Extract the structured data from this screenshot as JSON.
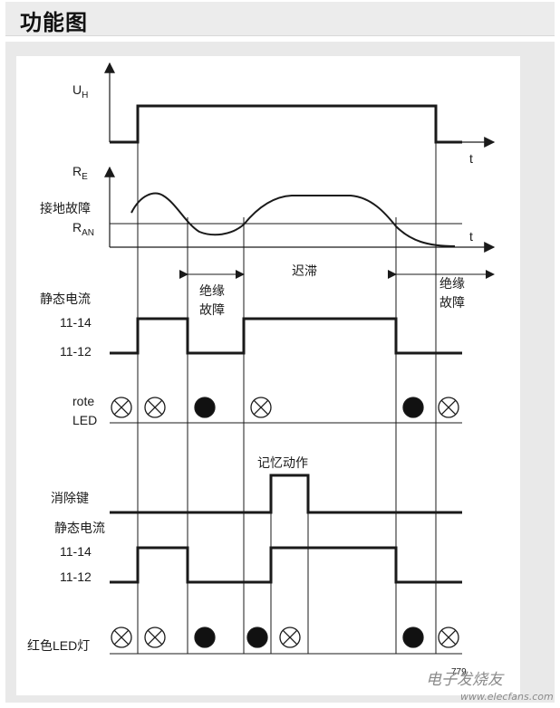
{
  "header": {
    "title": "功能图"
  },
  "diagram": {
    "uh": {
      "main": "U",
      "sub": "H"
    },
    "re": {
      "main": "R",
      "sub": "E"
    },
    "ran": {
      "main": "R",
      "sub": "AN"
    },
    "t_label": "t",
    "ground_fault": "接地故障",
    "hysteresis": "迟滞",
    "insulation_fault_1": "绝缘",
    "insulation_fault_2": "故障",
    "quiescent_current": "静态电流",
    "contact_1114": "11-14",
    "contact_1112": "11-12",
    "rote": "rote",
    "led": "LED",
    "memory_action": "记忆动作",
    "reset_key": "消除键",
    "red_led_lamp": "红色LED灯",
    "figure_code": "779"
  },
  "watermark": {
    "text": "电子发烧友",
    "site": "www.elecfans.com"
  },
  "colors": {
    "line": "#1a1a1a",
    "header_bg": "#ececec",
    "panel_bg": "#e9e9e9"
  },
  "led_row_1": [
    "off",
    "off",
    "on",
    "off",
    "on",
    "off"
  ],
  "led_row_2": [
    "off",
    "off",
    "on",
    "on",
    "off",
    "on",
    "off"
  ]
}
